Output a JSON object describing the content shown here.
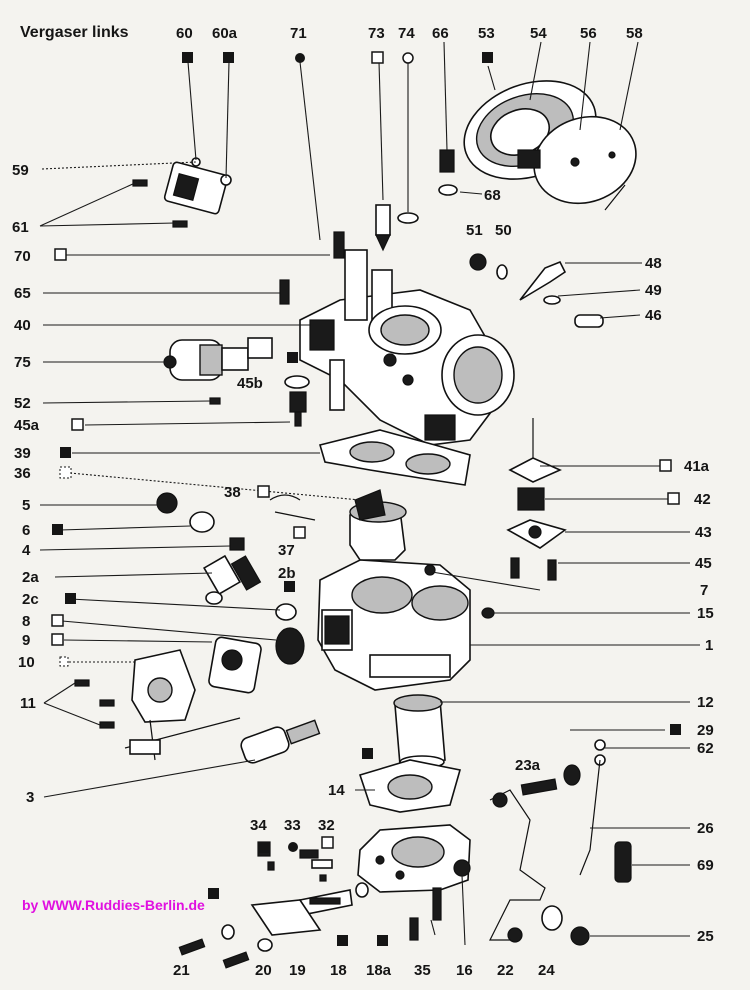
{
  "title": "Vergaser links",
  "credit": "by  WWW.Ruddies-Berlin.de",
  "colors": {
    "ink": "#151515",
    "credit": "#e010e0",
    "paper": "#f4f3ef"
  },
  "labels": {
    "l60": "60",
    "l60a": "60a",
    "l71": "71",
    "l73": "73",
    "l74": "74",
    "l66": "66",
    "l53": "53",
    "l54": "54",
    "l56": "56",
    "l58": "58",
    "l59": "59",
    "l61": "61",
    "l68": "68",
    "l70": "70",
    "l51": "51",
    "l50": "50",
    "l48": "48",
    "l65": "65",
    "l49": "49",
    "l40": "40",
    "l46": "46",
    "l75": "75",
    "l45b": "45b",
    "l52": "52",
    "l45a": "45a",
    "l39": "39",
    "l36": "36",
    "l41a": "41a",
    "l42": "42",
    "l5": "5",
    "l38": "38",
    "l6": "6",
    "l43": "43",
    "l37": "37",
    "l4": "4",
    "l45": "45",
    "l2a": "2a",
    "l2b": "2b",
    "l7": "7",
    "l2c": "2c",
    "l8": "8",
    "l15": "15",
    "l9": "9",
    "l1": "1",
    "l10": "10",
    "l11": "11",
    "l12": "12",
    "l29": "29",
    "l23a": "23a",
    "l62": "62",
    "l3": "3",
    "l14": "14",
    "l34": "34",
    "l33": "33",
    "l32": "32",
    "l26": "26",
    "l69": "69",
    "l25": "25",
    "l21": "21",
    "l20": "20",
    "l19": "19",
    "l18": "18",
    "l18a": "18a",
    "l35": "35",
    "l16": "16",
    "l22": "22",
    "l24": "24"
  },
  "markers": {
    "l60": "filled-square",
    "l60a": "filled-square",
    "l71": "filled-dot",
    "l73": "open-square",
    "l74": "open-dot",
    "l66": "none",
    "l53": "filled-square",
    "l70": "open-square",
    "l45b": "filled-square",
    "l45a": "open-square",
    "l39": "filled-square",
    "l36": "open-square",
    "l41a": "open-square",
    "l42": "open-square",
    "l38": "open-square",
    "l6": "filled-square",
    "l37": "open-square",
    "l2b": "filled-square",
    "l2c": "filled-square",
    "l8": "open-square",
    "l9": "open-square",
    "l10": "open-square",
    "l29": "filled-square",
    "l14": "filled-square",
    "l34": "filled-square",
    "l33": "filled-dot",
    "l32": "open-square",
    "l18": "filled-square",
    "l18a": "filled-square",
    "l20": "filled-square"
  }
}
